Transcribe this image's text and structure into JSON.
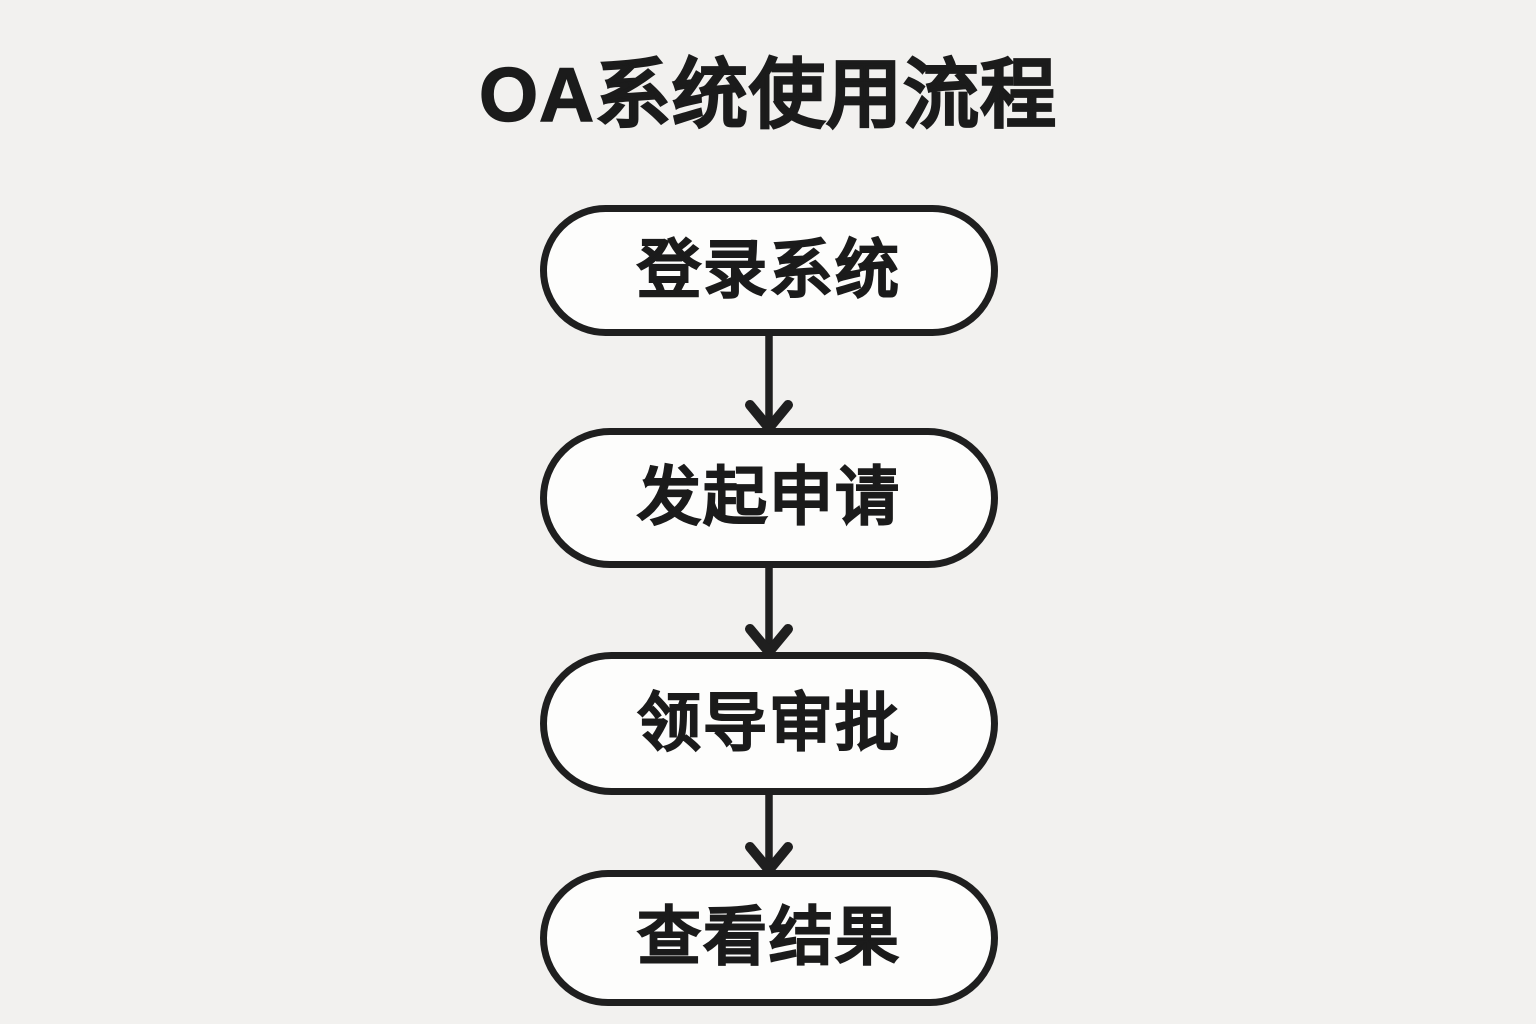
{
  "background_color": "#f2f1ef",
  "stroke_color": "#1f1f1f",
  "node_fill_color": "#fdfdfc",
  "text_color": "#1b1b1b",
  "title": "OA系统使用流程",
  "flow": {
    "orientation": "vertical",
    "nodes": [
      {
        "id": "login",
        "label": "登录系统"
      },
      {
        "id": "submit",
        "label": "发起申请"
      },
      {
        "id": "approve",
        "label": "领导审批"
      },
      {
        "id": "result",
        "label": "查看结果"
      }
    ],
    "connectors": [
      {
        "from": "login",
        "to": "submit",
        "arrow": "down",
        "label": ""
      },
      {
        "from": "submit",
        "to": "approve",
        "arrow": "down",
        "label": ""
      },
      {
        "from": "approve",
        "to": "result",
        "arrow": "down",
        "label": ""
      }
    ]
  }
}
